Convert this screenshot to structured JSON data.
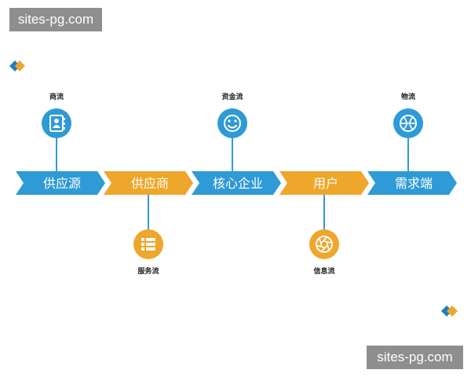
{
  "watermarks": {
    "top_left": "sites-pg.com",
    "bottom_right": "sites-pg.com"
  },
  "colors": {
    "blue": "#2e9ad6",
    "orange": "#eea62b",
    "accent_blue": "#1c7fc4",
    "connector": "#2e9ad6",
    "watermark_bg": "#8e8e8e"
  },
  "stages": [
    {
      "label": "供应源",
      "color": "blue"
    },
    {
      "label": "供应商",
      "color": "orange"
    },
    {
      "label": "核心企业",
      "color": "blue"
    },
    {
      "label": "用户",
      "color": "orange"
    },
    {
      "label": "需求端",
      "color": "blue"
    }
  ],
  "flows_top": [
    {
      "label": "商流",
      "icon": "contact-book-icon",
      "stage": 0
    },
    {
      "label": "资金流",
      "icon": "smiley-icon",
      "stage": 2
    },
    {
      "label": "物流",
      "icon": "globe-ball-icon",
      "stage": 4
    }
  ],
  "flows_bottom": [
    {
      "label": "服务流",
      "icon": "list-icon",
      "stage": 1
    },
    {
      "label": "信息流",
      "icon": "aperture-icon",
      "stage": 3
    }
  ]
}
